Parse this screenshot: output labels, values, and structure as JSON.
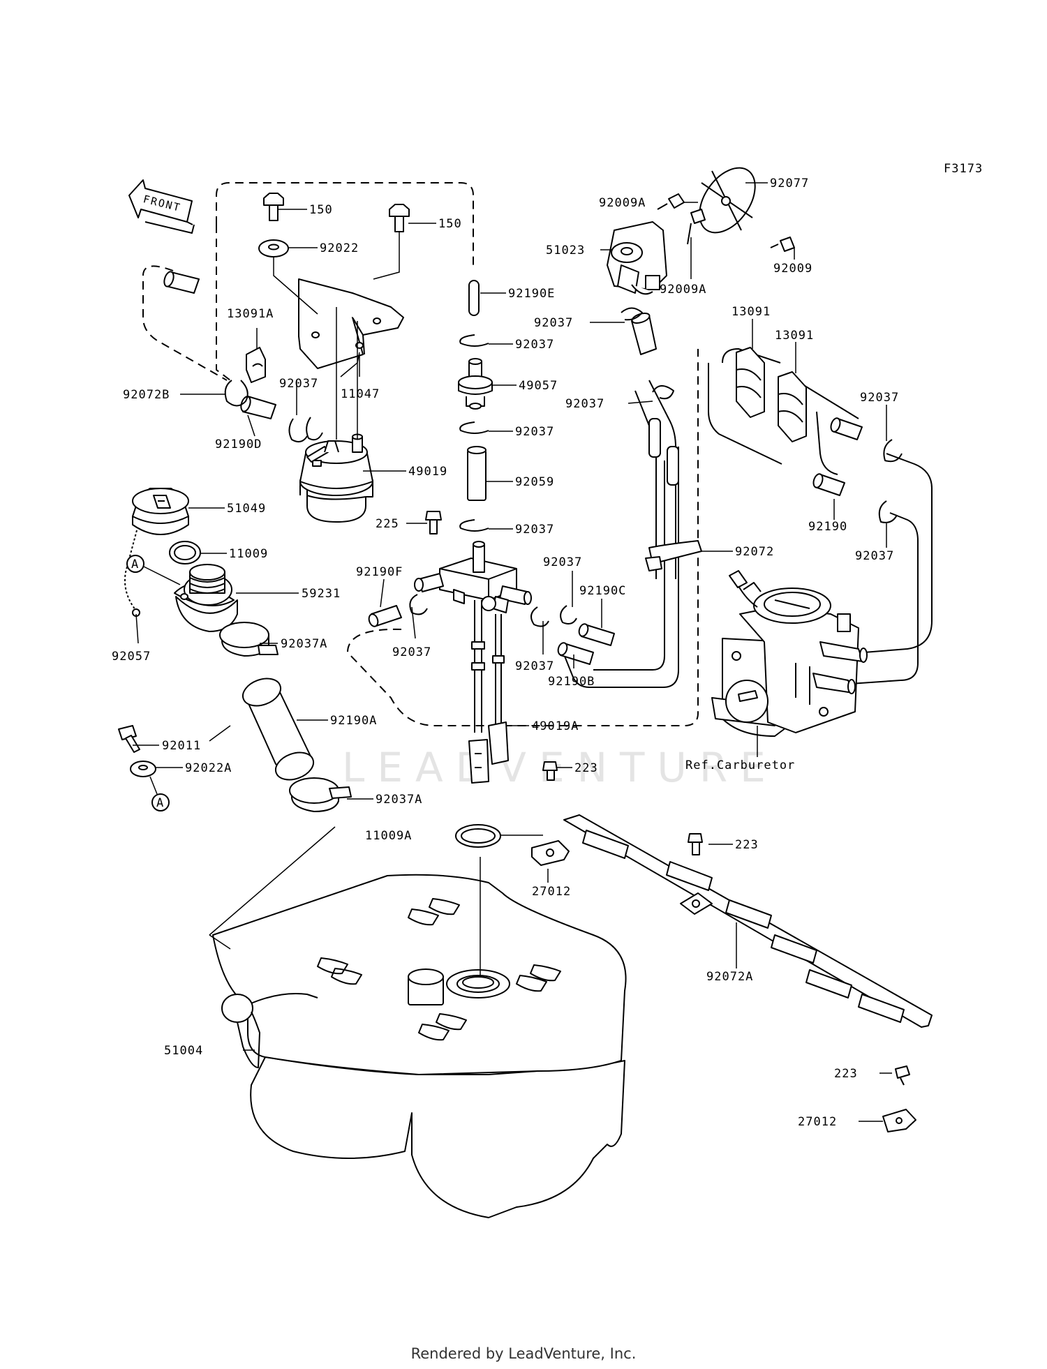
{
  "figure_code": "F3173",
  "front_label": "FRONT",
  "watermark": "LEADVENTURE",
  "footer": "Rendered by LeadVenture, Inc.",
  "callouts": [
    {
      "id": "c1",
      "text": "150"
    },
    {
      "id": "c2",
      "text": "150"
    },
    {
      "id": "c3",
      "text": "92022"
    },
    {
      "id": "c4",
      "text": "92190E"
    },
    {
      "id": "c5",
      "text": "13091A"
    },
    {
      "id": "c6",
      "text": "92037"
    },
    {
      "id": "c7",
      "text": "11047"
    },
    {
      "id": "c8",
      "text": "92072B"
    },
    {
      "id": "c9",
      "text": "92190D"
    },
    {
      "id": "c10",
      "text": "49019"
    },
    {
      "id": "c11",
      "text": "92037"
    },
    {
      "id": "c12",
      "text": "49057"
    },
    {
      "id": "c13",
      "text": "92037"
    },
    {
      "id": "c14",
      "text": "92059"
    },
    {
      "id": "c15",
      "text": "225"
    },
    {
      "id": "c16",
      "text": "92037"
    },
    {
      "id": "c17",
      "text": "51049"
    },
    {
      "id": "c18",
      "text": "11009"
    },
    {
      "id": "c19",
      "text": "59231"
    },
    {
      "id": "c20",
      "text": "92057"
    },
    {
      "id": "c21",
      "text": "92037A"
    },
    {
      "id": "c22",
      "text": "92190A"
    },
    {
      "id": "c23",
      "text": "92011"
    },
    {
      "id": "c24",
      "text": "92022A"
    },
    {
      "id": "c25",
      "text": "92037A"
    },
    {
      "id": "c26",
      "text": "92190F"
    },
    {
      "id": "c27",
      "text": "92037"
    },
    {
      "id": "c28",
      "text": "92037"
    },
    {
      "id": "c29",
      "text": "92037"
    },
    {
      "id": "c30",
      "text": "92190C"
    },
    {
      "id": "c31",
      "text": "92190B"
    },
    {
      "id": "c32",
      "text": "49019A"
    },
    {
      "id": "c33",
      "text": "92009A"
    },
    {
      "id": "c34",
      "text": "92077"
    },
    {
      "id": "c35",
      "text": "51023"
    },
    {
      "id": "c36",
      "text": "92009"
    },
    {
      "id": "c37",
      "text": "92009A"
    },
    {
      "id": "c38",
      "text": "92037"
    },
    {
      "id": "c39",
      "text": "92037"
    },
    {
      "id": "c40",
      "text": "13091"
    },
    {
      "id": "c41",
      "text": "13091"
    },
    {
      "id": "c42",
      "text": "92037"
    },
    {
      "id": "c43",
      "text": "92190"
    },
    {
      "id": "c44",
      "text": "92037"
    },
    {
      "id": "c45",
      "text": "92072"
    },
    {
      "id": "c46",
      "text": "Ref.Carburetor"
    },
    {
      "id": "c47",
      "text": "223"
    },
    {
      "id": "c48",
      "text": "11009A"
    },
    {
      "id": "c49",
      "text": "27012"
    },
    {
      "id": "c50",
      "text": "223"
    },
    {
      "id": "c51",
      "text": "92072A"
    },
    {
      "id": "c52",
      "text": "51004"
    },
    {
      "id": "c53",
      "text": "223"
    },
    {
      "id": "c54",
      "text": "27012"
    }
  ],
  "reference_markers": [
    {
      "id": "m1",
      "text": "A"
    },
    {
      "id": "m2",
      "text": "A"
    }
  ]
}
